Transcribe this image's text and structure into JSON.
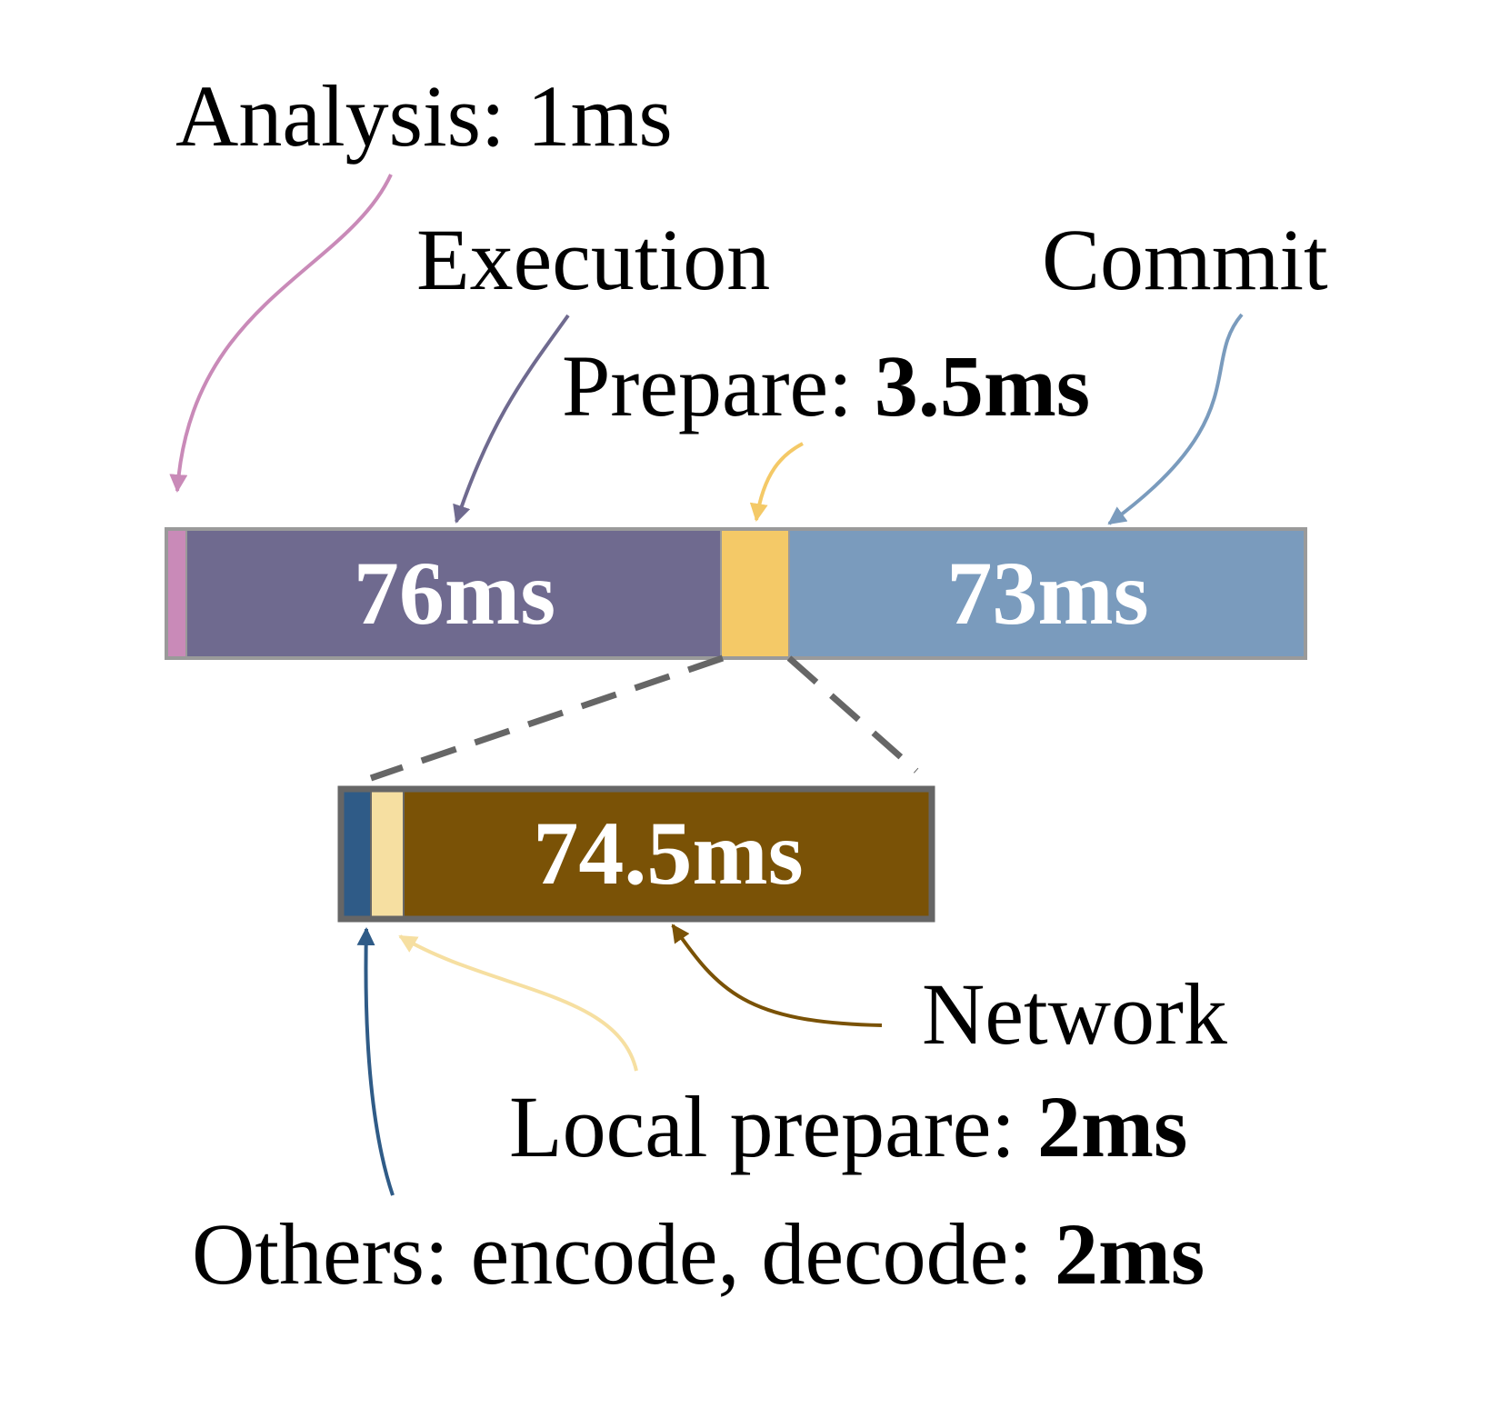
{
  "labels": {
    "analysis": "Analysis: 1ms",
    "execution": "Execution",
    "commit": "Commit",
    "prepare_name": "Prepare: ",
    "prepare_value": "3.5ms",
    "network": "Network",
    "local_prepare_name": "Local prepare: ",
    "local_prepare_value": "2ms",
    "others_name": "Others: encode, decode: ",
    "others_value": "2ms"
  },
  "main_bar": {
    "segments": [
      {
        "name": "Analysis",
        "value_ms": 1,
        "color": "#c98ab8"
      },
      {
        "name": "Execution",
        "value_ms": 76,
        "label": "76ms",
        "color": "#6f6a8f"
      },
      {
        "name": "Prepare",
        "value_ms": 3.5,
        "color": "#f4c967"
      },
      {
        "name": "Commit",
        "value_ms": 73,
        "label": "73ms",
        "color": "#7a9bbd"
      }
    ]
  },
  "prepare_breakdown": {
    "segments": [
      {
        "name": "Others: encode, decode",
        "value_ms": 2,
        "color": "#2f5b87"
      },
      {
        "name": "Local prepare",
        "value_ms": 2,
        "color": "#f6dfa1"
      },
      {
        "name": "Network",
        "value_ms": 74.5,
        "label": "74.5ms",
        "color": "#7a5206"
      }
    ]
  },
  "colors": {
    "bar_border_main": "#9a9a9a",
    "bar_border_detail": "#666666",
    "zoom_lines": "#666666"
  }
}
